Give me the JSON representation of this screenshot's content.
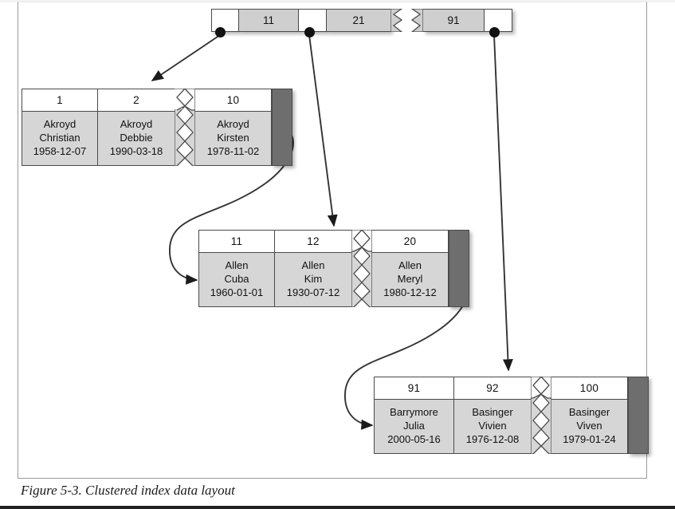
{
  "figure": {
    "caption": "Figure 5-3. Clustered index data layout",
    "colors": {
      "cell_body": "#d6d6d6",
      "cell_header": "#ffffff",
      "spine": "#6e6e6e",
      "root_key": "#cfcfcf",
      "border": "#4a4a4a",
      "connector": "#333333"
    }
  },
  "root": {
    "name": "root-index-node",
    "left_segment": {
      "cells": [
        {
          "type": "pointer",
          "label": "",
          "dot": true
        },
        {
          "type": "key",
          "label": "11"
        },
        {
          "type": "pointer",
          "label": "",
          "dot": true
        },
        {
          "type": "key",
          "label": "21"
        }
      ]
    },
    "right_segment": {
      "cells": [
        {
          "type": "key",
          "label": "91"
        },
        {
          "type": "pointer",
          "label": "",
          "dot": true
        }
      ]
    }
  },
  "leaf_groups": [
    {
      "name": "leaf-node-akroyd",
      "left_cells": [
        {
          "key": "1",
          "line1": "Akroyd",
          "line2": "Christian",
          "line3": "1958-12-07"
        },
        {
          "key": "2",
          "line1": "Akroyd",
          "line2": "Debbie",
          "line3": "1990-03-18"
        }
      ],
      "right_cells": [
        {
          "key": "10",
          "line1": "Akroyd",
          "line2": "Kirsten",
          "line3": "1978-11-02"
        }
      ]
    },
    {
      "name": "leaf-node-allen",
      "left_cells": [
        {
          "key": "11",
          "line1": "Allen",
          "line2": "Cuba",
          "line3": "1960-01-01"
        },
        {
          "key": "12",
          "line1": "Allen",
          "line2": "Kim",
          "line3": "1930-07-12"
        }
      ],
      "right_cells": [
        {
          "key": "20",
          "line1": "Allen",
          "line2": "Meryl",
          "line3": "1980-12-12"
        }
      ]
    },
    {
      "name": "leaf-node-barrymore-basinger",
      "left_cells": [
        {
          "key": "91",
          "line1": "Barrymore",
          "line2": "Julia",
          "line3": "2000-05-16"
        },
        {
          "key": "92",
          "line1": "Basinger",
          "line2": "Vivien",
          "line3": "1976-12-08"
        }
      ],
      "right_cells": [
        {
          "key": "100",
          "line1": "Basinger",
          "line2": "Viven",
          "line3": "1979-01-24"
        }
      ]
    }
  ]
}
